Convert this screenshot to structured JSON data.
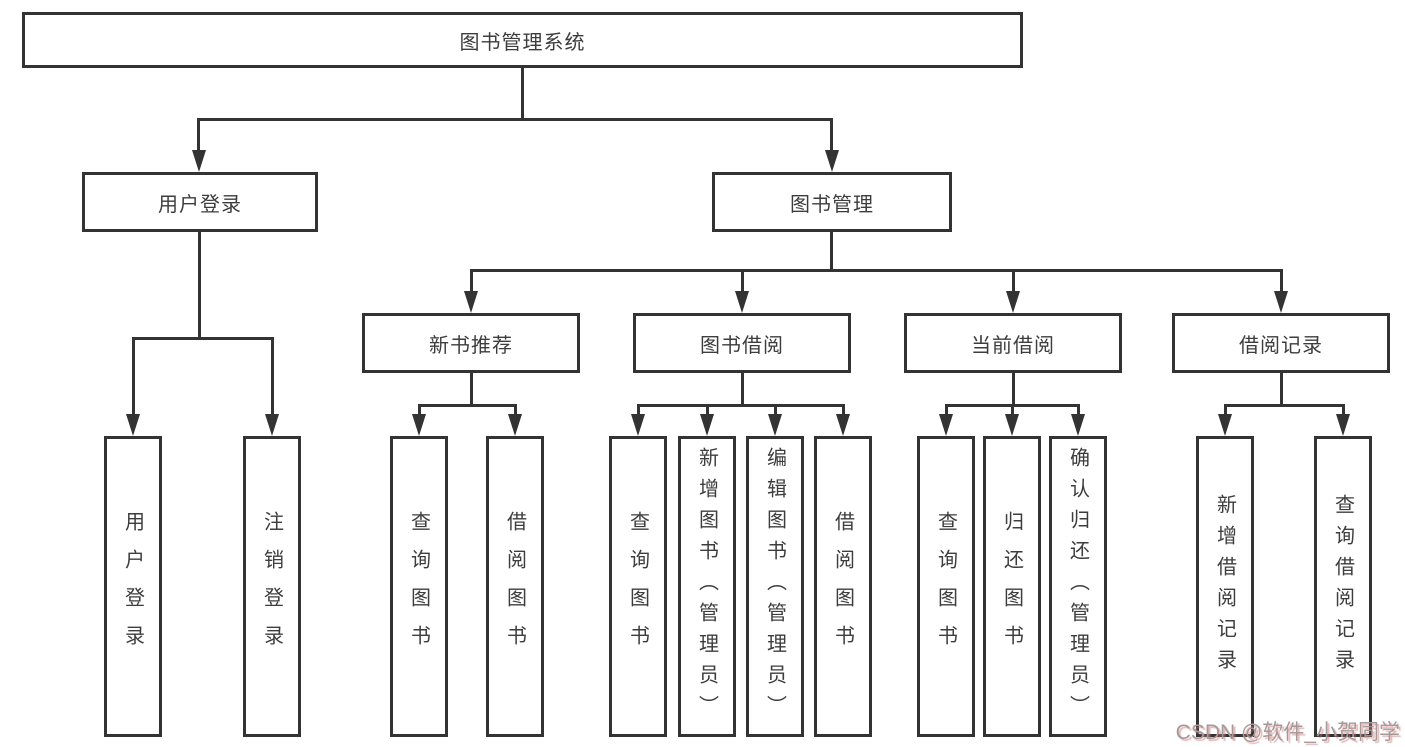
{
  "diagram": {
    "root": {
      "label": "图书管理系统"
    },
    "branches": [
      {
        "label": "用户登录",
        "children": [
          {
            "label": "用户登录"
          },
          {
            "label": "注销登录"
          }
        ]
      },
      {
        "label": "图书管理",
        "children": [
          {
            "label": "新书推荐",
            "children": [
              {
                "label": "查询图书"
              },
              {
                "label": "借阅图书"
              }
            ]
          },
          {
            "label": "图书借阅",
            "children": [
              {
                "label": "查询图书"
              },
              {
                "label": "新增图书（管理员）"
              },
              {
                "label": "编辑图书（管理员）"
              },
              {
                "label": "借阅图书"
              }
            ]
          },
          {
            "label": "当前借阅",
            "children": [
              {
                "label": "查询图书"
              },
              {
                "label": "归还图书"
              },
              {
                "label": "确认归还（管理员）"
              }
            ]
          },
          {
            "label": "借阅记录",
            "children": [
              {
                "label": "新增借阅记录"
              },
              {
                "label": "查询借阅记录"
              }
            ]
          }
        ]
      }
    ],
    "watermark": "CSDN @软件_小贺同学",
    "colors": {
      "line": "#333333",
      "text": "#3d3d3d",
      "background": "#ffffff",
      "watermark_text": "#9d9d9d",
      "watermark_shadow": "#e16e6e"
    }
  }
}
